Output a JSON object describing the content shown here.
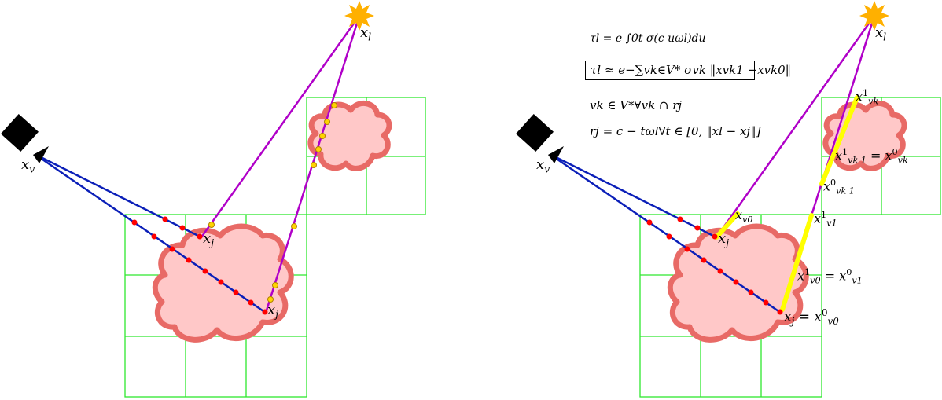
{
  "colors": {
    "grid": "#2ee82e",
    "cloud_fill": "#ffc8c8",
    "cloud_stroke": "#e86a66",
    "view_ray": "#0b1fb8",
    "light_ray": "#b000c8",
    "sample_red": "#ff0000",
    "sample_yellow": "#ffd400",
    "segment_highlight": "#ffff00",
    "sun": "#ffb000",
    "camera": "#000000"
  },
  "icons": {
    "light": "sun-icon",
    "viewer": "camera-icon"
  },
  "left_panel": {
    "labels": {
      "viewer": "x",
      "viewer_sub": "v",
      "light": "x",
      "light_sub": "l",
      "sample_a": "x",
      "sample_a_sub": "j",
      "sample_b": "x",
      "sample_b_sub": "j"
    }
  },
  "right_panel": {
    "labels": {
      "viewer": "x",
      "viewer_sub": "v",
      "light": "x",
      "light_sub": "l",
      "sample": "x",
      "sample_sub": "j",
      "xv0": "x",
      "xv0_sub": "v0",
      "xv1": "x",
      "xv1_sub": "v1",
      "xv1_sup": "1",
      "xvk1": "x",
      "xvk1_sub": "vk 1",
      "xvk1_sup": "0",
      "xvk": "x",
      "xvk_sub": "vk",
      "xvk_sup": "1",
      "eq_xvk1": "= x",
      "eq_xvk1_sub": "vk",
      "eq_xvk1_sup": "0",
      "eq_xv0": "= x",
      "eq_xv0_sub": "v1",
      "eq_xv0_sup": "0",
      "eq_xj": "= x",
      "eq_xj_sub": "v0",
      "eq_xj_sup": "0",
      "xvk1_eq_sub": "vk 1",
      "xvk1_eq_sup": "1",
      "xv0_eq_sub": "v0",
      "xv0_eq_sup": "1"
    },
    "equations": {
      "tau_exact": "τl = e  ∫0t σ(c  uωl)du",
      "tau_approx": "τl ≈ e−∑vk∈V* σvk ‖xvk1 −xvk0‖",
      "voxel_set": "vk ∈ V*∀vk ∩ rj",
      "ray_def": "rj = c − tωl∀t ∈ [0, ‖xl − xj‖]"
    }
  }
}
